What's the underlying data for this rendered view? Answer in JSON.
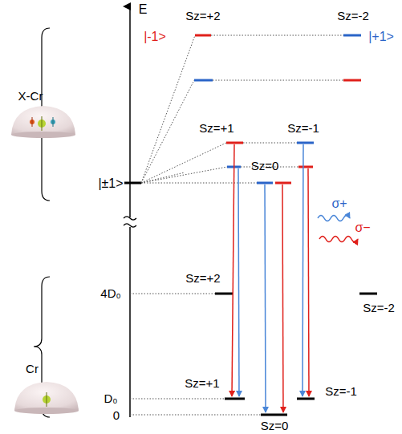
{
  "diagram": {
    "labels": [
      "E",
      "Sz=+2",
      "|-1>",
      "Sz=-2",
      "|+1>",
      "X-Cr",
      "|±1>",
      "Sz=+1",
      "Sz=0",
      "Sz=-1",
      "σ+",
      "σ−",
      "Cr",
      "4D₀",
      "Sz=+2",
      "Sz=-2",
      "D₀",
      "Sz=+1",
      "Sz=-1",
      "0",
      "Sz=0"
    ]
  }
}
